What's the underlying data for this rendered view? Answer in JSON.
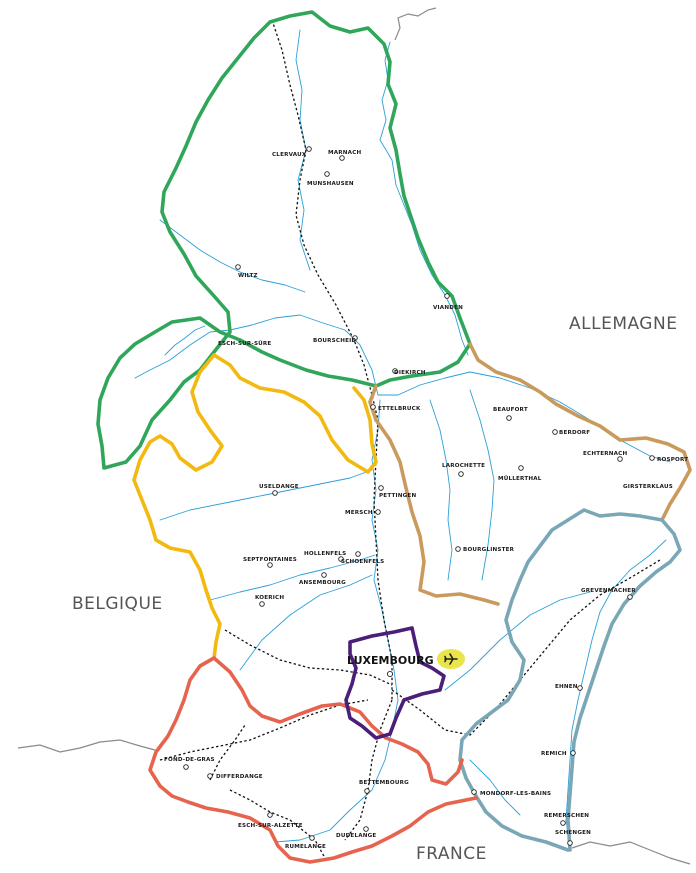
{
  "countries": {
    "germany": "ALLEMAGNE",
    "belgium": "BELGIQUE",
    "france": "FRANCE"
  },
  "capital": "LUXEMBOURG",
  "towns": {
    "clervaux": "CLERVAUX",
    "marnach": "MARNACH",
    "munshausen": "MUNSHAUSEN",
    "wiltz": "WILTZ",
    "vianden": "VIANDEN",
    "esch_sur_sure": "ESCH-SUR-SÛRE",
    "bourscheid": "BOURSCHEID",
    "diekirch": "DIEKIRCH",
    "ettelbruck": "ETTELBRUCK",
    "beaufort": "BEAUFORT",
    "berdorf": "BERDORF",
    "echternach": "ECHTERNACH",
    "rosport": "ROSPORT",
    "girsterklaus": "GIRSTERKLAUS",
    "larochette": "LAROCHETTE",
    "mullerthal": "MÜLLERTHAL",
    "useldange": "USELDANGE",
    "pettingen": "PETTINGEN",
    "mersch": "MERSCH",
    "bourglinster": "BOURGLINSTER",
    "septfontaines": "SEPTFONTAINES",
    "hollenfels": "HOLLENFELS",
    "schoenfels": "SCHOENFELS",
    "ansembourg": "ANSEMBOURG",
    "koerich": "KOERICH",
    "grevenmacher": "GREVENMACHER",
    "ehnen": "EHNEN",
    "remich": "REMICH",
    "fond_de_gras": "FOND-DE-GRAS",
    "differdange": "DIFFERDANGE",
    "bettembourg": "BETTEMBOURG",
    "mondorf": "MONDORF-LES-BAINS",
    "remerschen": "REMERSCHEN",
    "schengen": "SCHENGEN",
    "esch_sur_alzette": "ESCH-SUR-ALZETTE",
    "rumelange": "RUMELANGE",
    "dudelange": "DUDELANGE"
  },
  "colors": {
    "north_region": "#2fa65a",
    "west_region": "#f2b90f",
    "east_region": "#c99a5c",
    "moselle_region": "#7aa7b6",
    "south_region": "#e6634d",
    "capital_region": "#4b1e7a",
    "airport_badge": "#e9e54a",
    "river": "#2aa0d8",
    "rail": "#111111"
  },
  "icons": {
    "airport": "airplane-icon"
  }
}
